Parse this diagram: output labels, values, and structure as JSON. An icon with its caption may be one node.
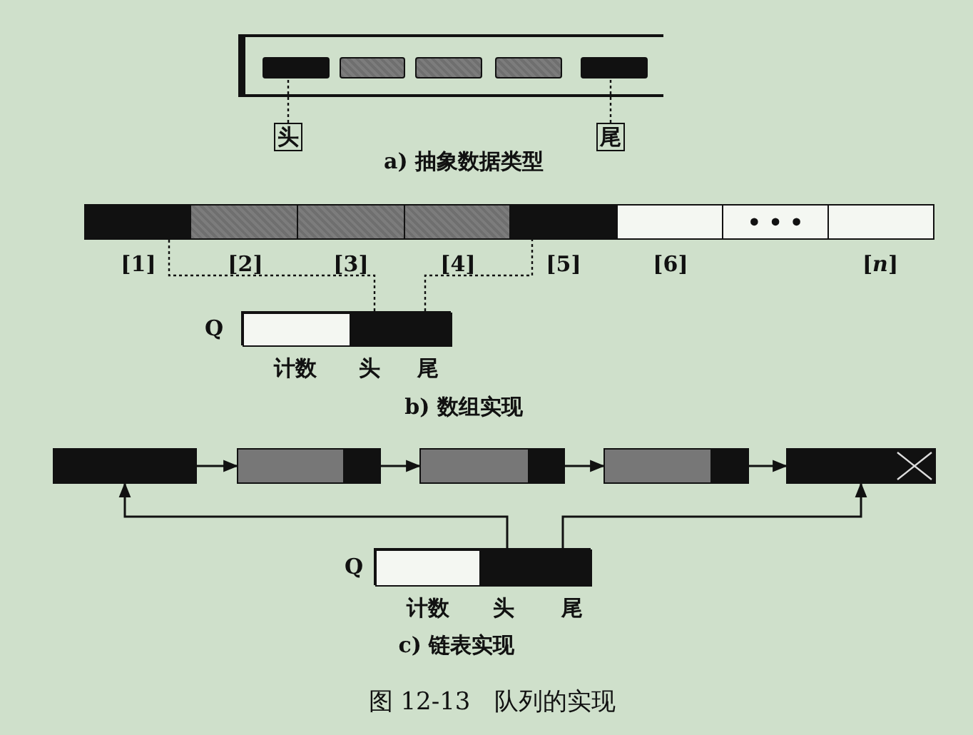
{
  "diagram": {
    "caption": "图 12-13　队列的实现",
    "nodes": [
      {
        "text": [],
        "shape": "box"
      },
      {
        "text": [],
        "shape": "bar",
        "in": 0
      },
      {
        "text": [],
        "shape": "bar",
        "in": 0
      },
      {
        "text": [],
        "shape": "bar",
        "in": 0
      },
      {
        "text": [],
        "shape": "bar",
        "in": 0
      },
      {
        "text": [],
        "shape": "bar",
        "in": 0
      },
      {
        "text": [
          "头"
        ]
      },
      {
        "text": [
          "尾"
        ]
      },
      {
        "text": [],
        "shape": "box",
        "beside": [
          "[1]"
        ]
      },
      {
        "text": [],
        "shape": "box",
        "beside": [
          "[2]"
        ]
      },
      {
        "text": [],
        "shape": "box",
        "beside": [
          "[3]"
        ]
      },
      {
        "text": [],
        "shape": "box",
        "beside": [
          "[4]"
        ]
      },
      {
        "text": [],
        "shape": "box",
        "beside": [
          "[5]"
        ]
      },
      {
        "text": [],
        "shape": "box",
        "beside": [
          "[6]"
        ]
      },
      {
        "text": [
          "• • •"
        ]
      },
      {
        "text": [],
        "shape": "box",
        "beside": [
          "[*n*]"
        ]
      },
      {
        "text": [],
        "shape": "box",
        "beside": [
          "Q"
        ]
      },
      {
        "text": [],
        "shape": "box",
        "in": 16,
        "beside": [
          "计数"
        ]
      },
      {
        "text": [],
        "shape": "box",
        "in": 16,
        "beside": [
          "头"
        ]
      },
      {
        "text": [],
        "shape": "box",
        "in": 16,
        "beside": [
          "尾"
        ]
      },
      {
        "text": [],
        "shape": "box"
      },
      {
        "text": [],
        "shape": "box"
      },
      {
        "text": [],
        "shape": "box"
      },
      {
        "text": [],
        "shape": "box"
      },
      {
        "text": [],
        "shape": "box"
      },
      {
        "text": [],
        "shape": "box",
        "beside": [
          "Q"
        ]
      },
      {
        "text": [],
        "shape": "box",
        "in": 25,
        "beside": [
          "计数"
        ]
      },
      {
        "text": [],
        "shape": "box",
        "in": 25,
        "beside": [
          "头"
        ]
      },
      {
        "text": [],
        "shape": "box",
        "in": 25,
        "beside": [
          "尾"
        ]
      }
    ],
    "edges": [
      {
        "from": 6,
        "to": 1,
        "arrow": "none",
        "style": "dashed"
      },
      {
        "from": 7,
        "to": 5,
        "arrow": "none",
        "style": "dashed"
      },
      {
        "from": 18,
        "to": 8,
        "arrow": "none",
        "style": "dashed"
      },
      {
        "from": 19,
        "to": 12,
        "arrow": "none",
        "style": "dashed"
      },
      {
        "from": 20,
        "to": 21,
        "arrow": "to"
      },
      {
        "from": 21,
        "to": 22,
        "arrow": "to"
      },
      {
        "from": 22,
        "to": 23,
        "arrow": "to"
      },
      {
        "from": 23,
        "to": 24,
        "arrow": "to"
      },
      {
        "from": 27,
        "to": 20,
        "arrow": "to"
      },
      {
        "from": 28,
        "to": 24,
        "arrow": "to"
      }
    ],
    "labels": [
      "a) 抽象数据类型",
      "b) 数组实现",
      "c) 链表实现"
    ]
  }
}
